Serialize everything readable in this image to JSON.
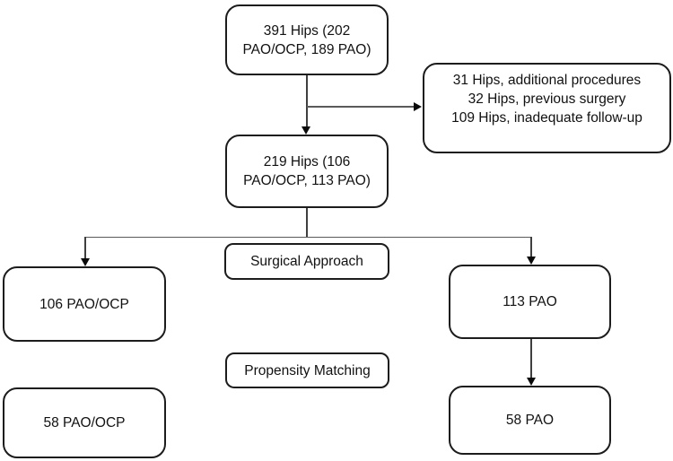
{
  "diagram": {
    "type": "flowchart",
    "background_color": "#ffffff",
    "box_border_color": "#1c1c1c",
    "connector_color": "#3f3f3f",
    "arrowhead_color": "#0a0a0a",
    "text_color": "#111111",
    "nodes": {
      "total": {
        "lines": [
          "391 Hips (202",
          "PAO/OCP, 189 PAO)"
        ]
      },
      "excluded": {
        "lines": [
          "31 Hips, additional procedures",
          "32 Hips, previous surgery",
          "109 Hips, inadequate follow-up"
        ]
      },
      "included": {
        "lines": [
          "219 Hips (106",
          "PAO/OCP, 113 PAO)"
        ]
      },
      "surgical_approach": {
        "label": "Surgical Approach"
      },
      "pao_ocp_group": {
        "label": "106 PAO/OCP"
      },
      "pao_group": {
        "label": "113 PAO"
      },
      "propensity_matching": {
        "label": "Propensity Matching"
      },
      "matched_pao_ocp": {
        "label": "58 PAO/OCP"
      },
      "matched_pao": {
        "label": "58 PAO"
      }
    }
  }
}
